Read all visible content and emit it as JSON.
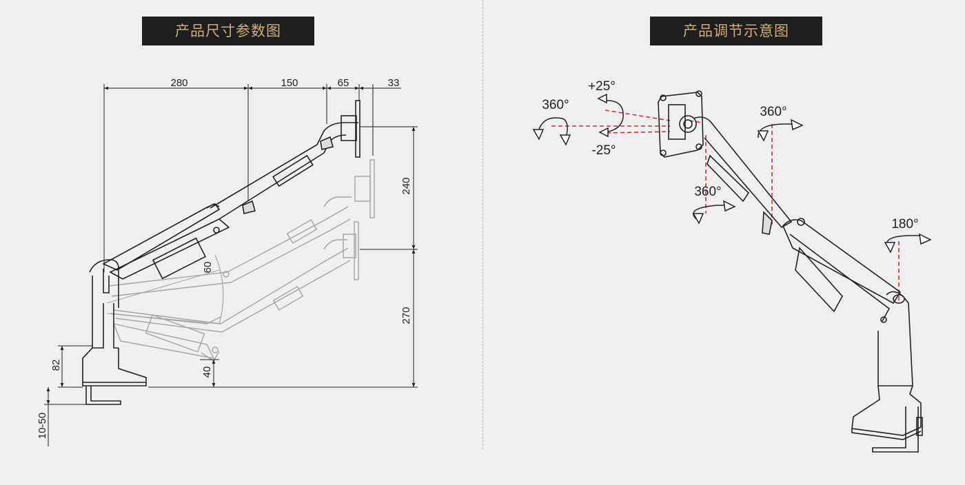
{
  "panels": {
    "left": {
      "title": "产品尺寸参数图"
    },
    "right": {
      "title": "产品调节示意图"
    }
  },
  "dimensions": {
    "top_280": "280",
    "top_150": "150",
    "top_65": "65",
    "top_33": "33",
    "right_240": "240",
    "right_270": "270",
    "bottom_40": "40",
    "left_82": "82",
    "left_10_50": "10-50",
    "angle_60": "60"
  },
  "rotations": {
    "head_rotate": "360°",
    "tilt_up": "+25°",
    "tilt_down": "-25°",
    "upper_arm_rotate": "360°",
    "joint_rotate": "360°",
    "base_rotate": "180°"
  },
  "colors": {
    "title_bg": "#1e1e1e",
    "title_text": "#d0ad78",
    "guide_red": "#d9232e",
    "line": "#222222",
    "ghost": "#9a9a9a"
  }
}
